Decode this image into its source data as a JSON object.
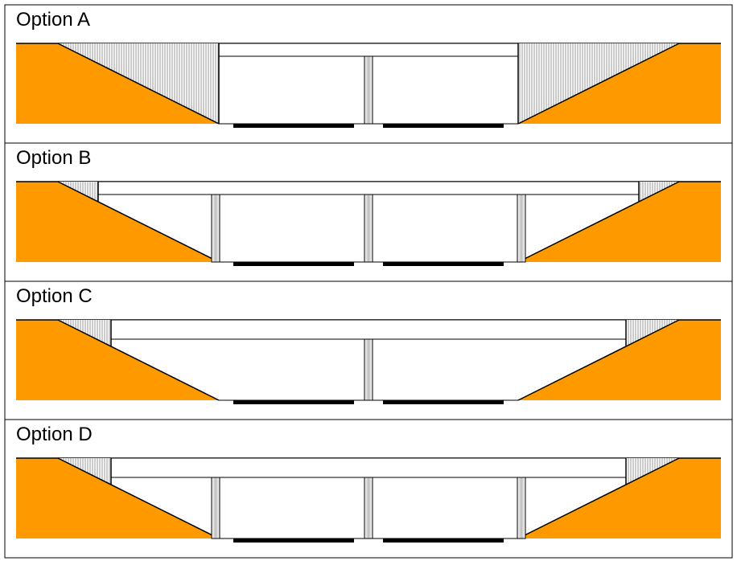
{
  "colors": {
    "soil": "#ff9900",
    "hatch_line": "#9a9a9a",
    "line": "#000000",
    "background": "#ffffff",
    "pier_shade": "#cfcfcf",
    "footing": "#000000"
  },
  "options": [
    {
      "label": "Option A",
      "end_spans": false,
      "deck": "center_only",
      "abutment": "full_height"
    },
    {
      "label": "Option B",
      "end_spans": true,
      "deck": "full_width",
      "abutment": "short_seat"
    },
    {
      "label": "Option C",
      "end_spans": false,
      "deck": "wide",
      "abutment": "short_seat"
    },
    {
      "label": "Option D",
      "end_spans": true,
      "deck": "wide",
      "abutment": "short_seat"
    }
  ]
}
